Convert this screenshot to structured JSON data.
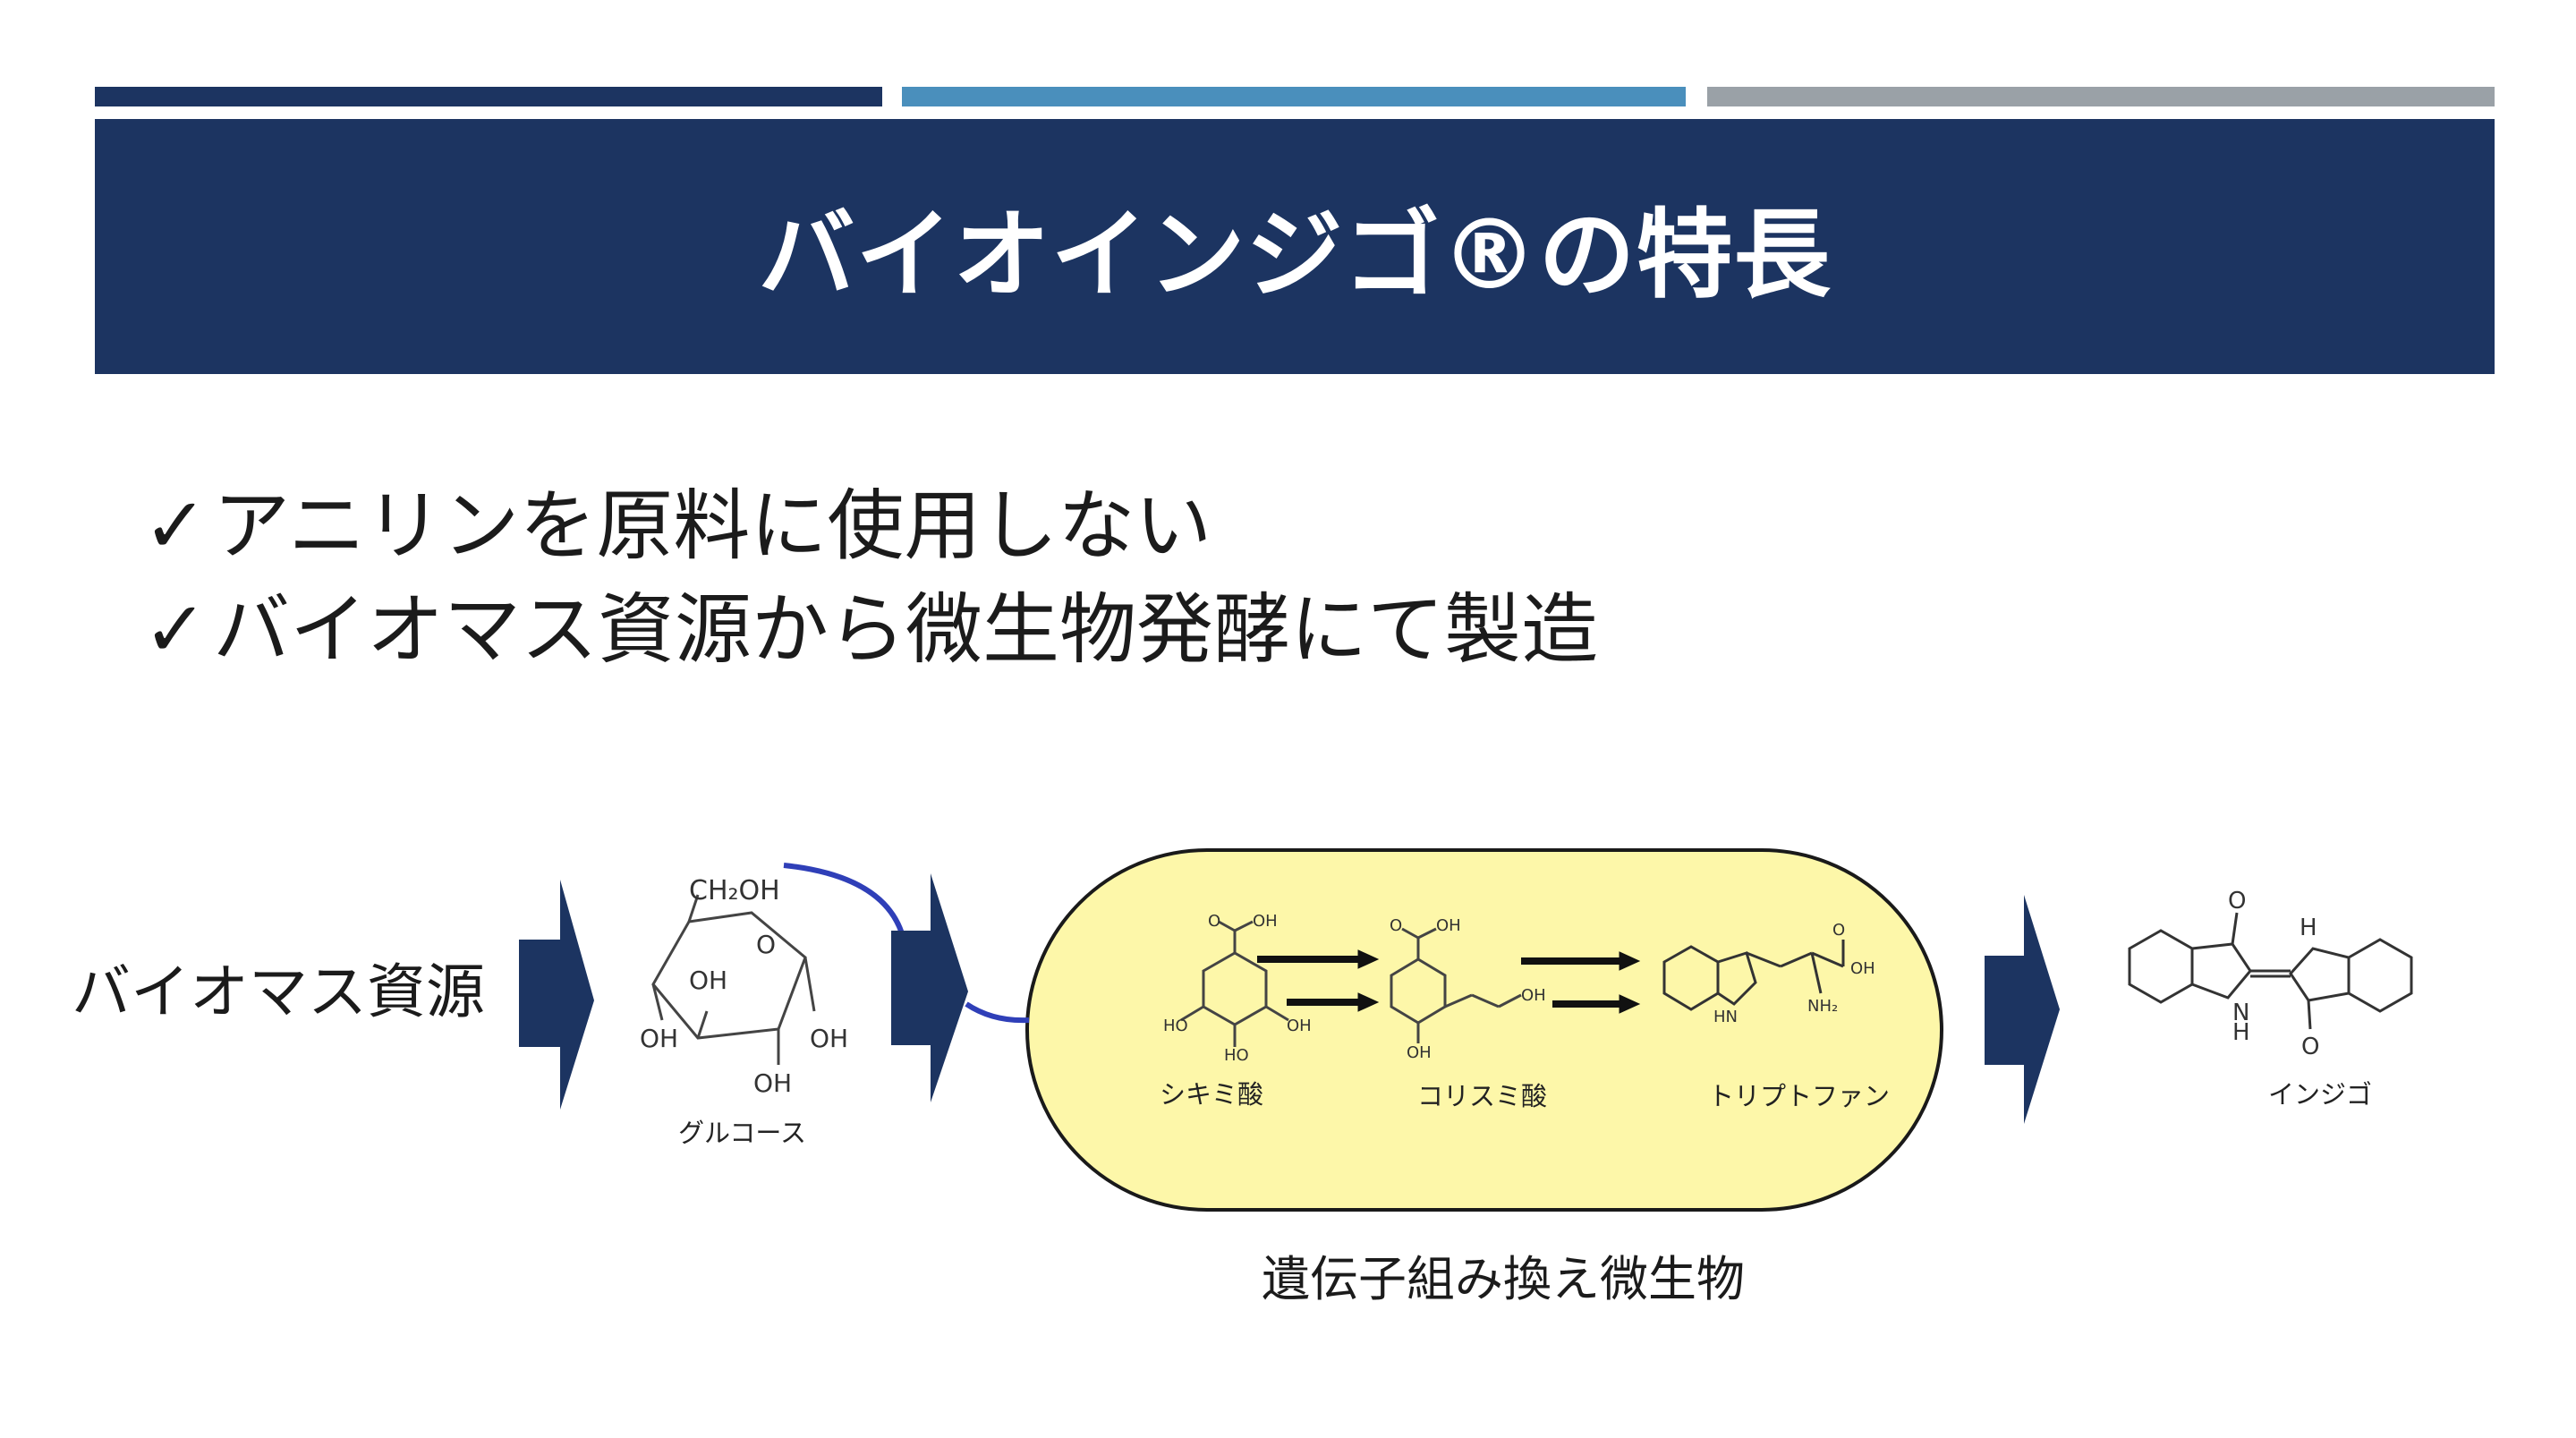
{
  "slide": {
    "title": "バイオインジゴ®の特長",
    "bullets": [
      {
        "check": "✓",
        "text": "アニリンを原料に使用しない"
      },
      {
        "check": "✓",
        "text": "バイオマス資源から微生物発酵にて製造"
      }
    ]
  },
  "colors": {
    "navy": "#1c3461",
    "accent_navy": "#1c3461",
    "accent_blue": "#4a8fbc",
    "accent_gray": "#9aa1a7",
    "microbe_fill": "#fdf7a9",
    "blue_line": "#2f3fb8"
  },
  "diagram": {
    "source_label": "バイオマス資源",
    "microbe_label": "遺伝子組み換え微生物",
    "glucose": {
      "name": "グルコース",
      "groups": {
        "ch2oh": "CH₂OH",
        "o": "O",
        "oh": "OH"
      }
    },
    "shikimic_acid": {
      "name": "シキミ酸",
      "groups": {
        "o": "O",
        "oh": "OH",
        "ho": "HO"
      }
    },
    "chorismic_acid": {
      "name": "コリスミ酸",
      "groups": {
        "o": "O",
        "oh": "OH"
      }
    },
    "tryptophan": {
      "name": "トリプトファン",
      "groups": {
        "o": "O",
        "oh": "OH",
        "nh2": "NH₂",
        "hn": "HN"
      }
    },
    "indigo": {
      "name": "インジゴ",
      "groups": {
        "o": "O",
        "h": "H",
        "n": "N"
      }
    }
  }
}
